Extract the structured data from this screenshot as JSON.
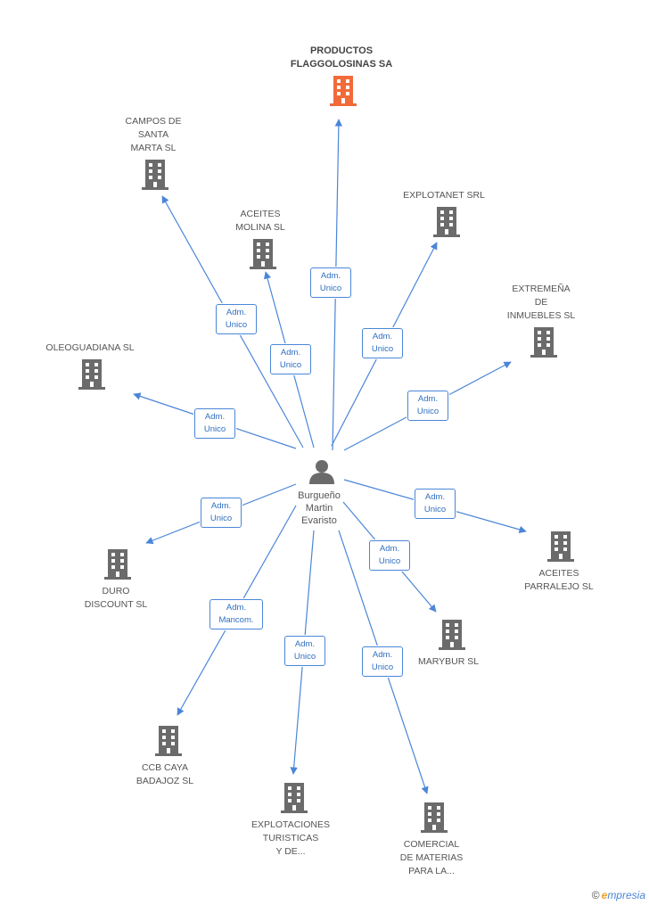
{
  "center": {
    "name": "Burgueño\nMartin\nEvaristo",
    "icon": "person-icon"
  },
  "companies": [
    {
      "id": "productos",
      "label": "PRODUCTOS\nFLAGGOLOSINAS SA",
      "highlight": true
    },
    {
      "id": "campos",
      "label": "CAMPOS DE\nSANTA\nMARTA SL"
    },
    {
      "id": "aceites_molina",
      "label": "ACEITES\nMOLINA SL"
    },
    {
      "id": "explotanet",
      "label": "EXPLOTANET SRL"
    },
    {
      "id": "extremena",
      "label": "EXTREMEÑA\nDE\nINMUEBLES SL"
    },
    {
      "id": "oleoguadiana",
      "label": "OLEOGUADIANA SL"
    },
    {
      "id": "aceites_parralejo",
      "label": "ACEITES\nPARRALEJO SL"
    },
    {
      "id": "duro",
      "label": "DURO\nDISCOUNT SL"
    },
    {
      "id": "marybur",
      "label": "MARYBUR SL"
    },
    {
      "id": "ccb",
      "label": "CCB CAYA\nBADAJOZ SL"
    },
    {
      "id": "explotaciones",
      "label": "EXPLOTACIONES\nTURISTICAS\nY DE..."
    },
    {
      "id": "comercial",
      "label": "COMERCIAL\nDE MATERIAS\nPARA LA..."
    }
  ],
  "edges": [
    {
      "to": "productos",
      "role": "Adm.\nUnico"
    },
    {
      "to": "campos",
      "role": "Adm.\nUnico"
    },
    {
      "to": "aceites_molina",
      "role": "Adm.\nUnico"
    },
    {
      "to": "explotanet",
      "role": "Adm.\nUnico"
    },
    {
      "to": "extremena",
      "role": "Adm.\nUnico"
    },
    {
      "to": "oleoguadiana",
      "role": "Adm.\nUnico"
    },
    {
      "to": "aceites_parralejo",
      "role": "Adm.\nUnico"
    },
    {
      "to": "duro",
      "role": "Adm.\nUnico"
    },
    {
      "to": "marybur",
      "role": "Adm.\nUnico"
    },
    {
      "to": "ccb",
      "role": "Adm.\nMancom."
    },
    {
      "to": "explotaciones",
      "role": "Adm.\nUnico"
    },
    {
      "to": "comercial",
      "role": "Adm.\nUnico"
    }
  ],
  "colors": {
    "edge": "#4a86d8",
    "building": "#6b6b6b",
    "building_highlight": "#f26a3a",
    "person": "#6b6b6b"
  },
  "brand": {
    "copyright": "©",
    "name": "mpresia",
    "initial": "e"
  }
}
